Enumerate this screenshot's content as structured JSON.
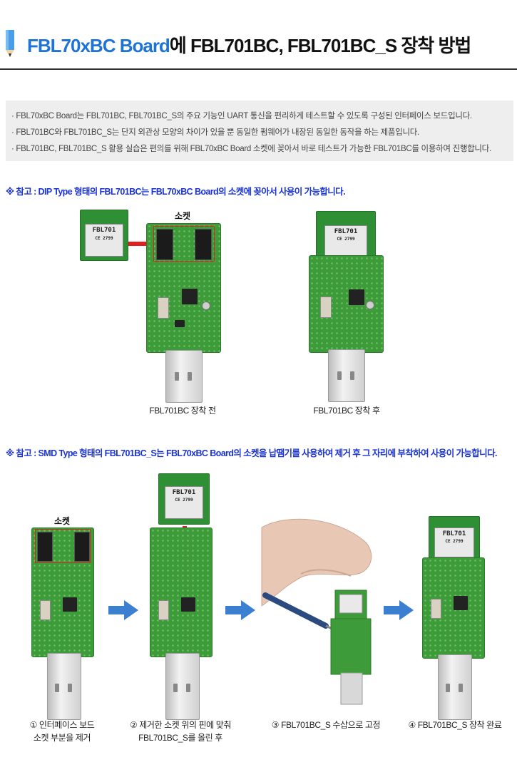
{
  "header": {
    "title_part1": "FBL70xBC Board",
    "title_part2": "에 FBL701BC, FBL701BC_S 장착 방법"
  },
  "info": [
    "· FBL70xBC Board는 FBL701BC, FBL701BC_S의 주요 기능인 UART 통신을 편리하게 테스트할 수 있도록 구성된 인터페이스 보드입니다.",
    "· FBL701BC와 FBL701BC_S는 단지 외관상 모양의 차이가 있을 뿐 동일한 펌웨어가 내장된 동일한 동작을 하는 제품입니다.",
    "· FBL701BC, FBL701BC_S 활용 실습은 편의를 위해 FBL70xBC Board 소켓에 꽂아서 바로 테스트가 가능한 FBL701BC를 이용하여 진행합니다."
  ],
  "section1": {
    "note": "※ 참고 : DIP Type 형태의 FBL701BC는 FBL70xBC Board의 소켓에 꽂아서 사용이 가능합니다.",
    "socket_label": "소켓",
    "caption_before": "FBL701BC 장착 전",
    "caption_after": "FBL701BC 장착 후"
  },
  "section2": {
    "note": "※ 참고 : SMD Type 형태의 FBL701BC_S는 FBL70xBC Board의 소켓을 납땜기를 사용하여 제거 후 그 자리에 부착하여 사용이 가능합니다.",
    "socket_label": "소켓",
    "step1_line1": "① 인터페이스 보드",
    "step1_line2": "소켓 부분을 제거",
    "step2_line1": "② 제거한 소켓 위의 핀에 맞춰",
    "step2_line2": "FBL701BC_S를 올린 후",
    "step3": "③ FBL701BC_S 수삽으로 고정",
    "step4": "④ FBL701BC_S 장착 완료"
  },
  "module": {
    "name": "FBL701",
    "ce": "CE 2799"
  },
  "colors": {
    "title_blue": "#1e73d8",
    "note_blue": "#1a33d6",
    "arrow_blue": "#3a7fd0",
    "highlight_red": "#e02020",
    "pcb_green": "#3d9b3a"
  }
}
